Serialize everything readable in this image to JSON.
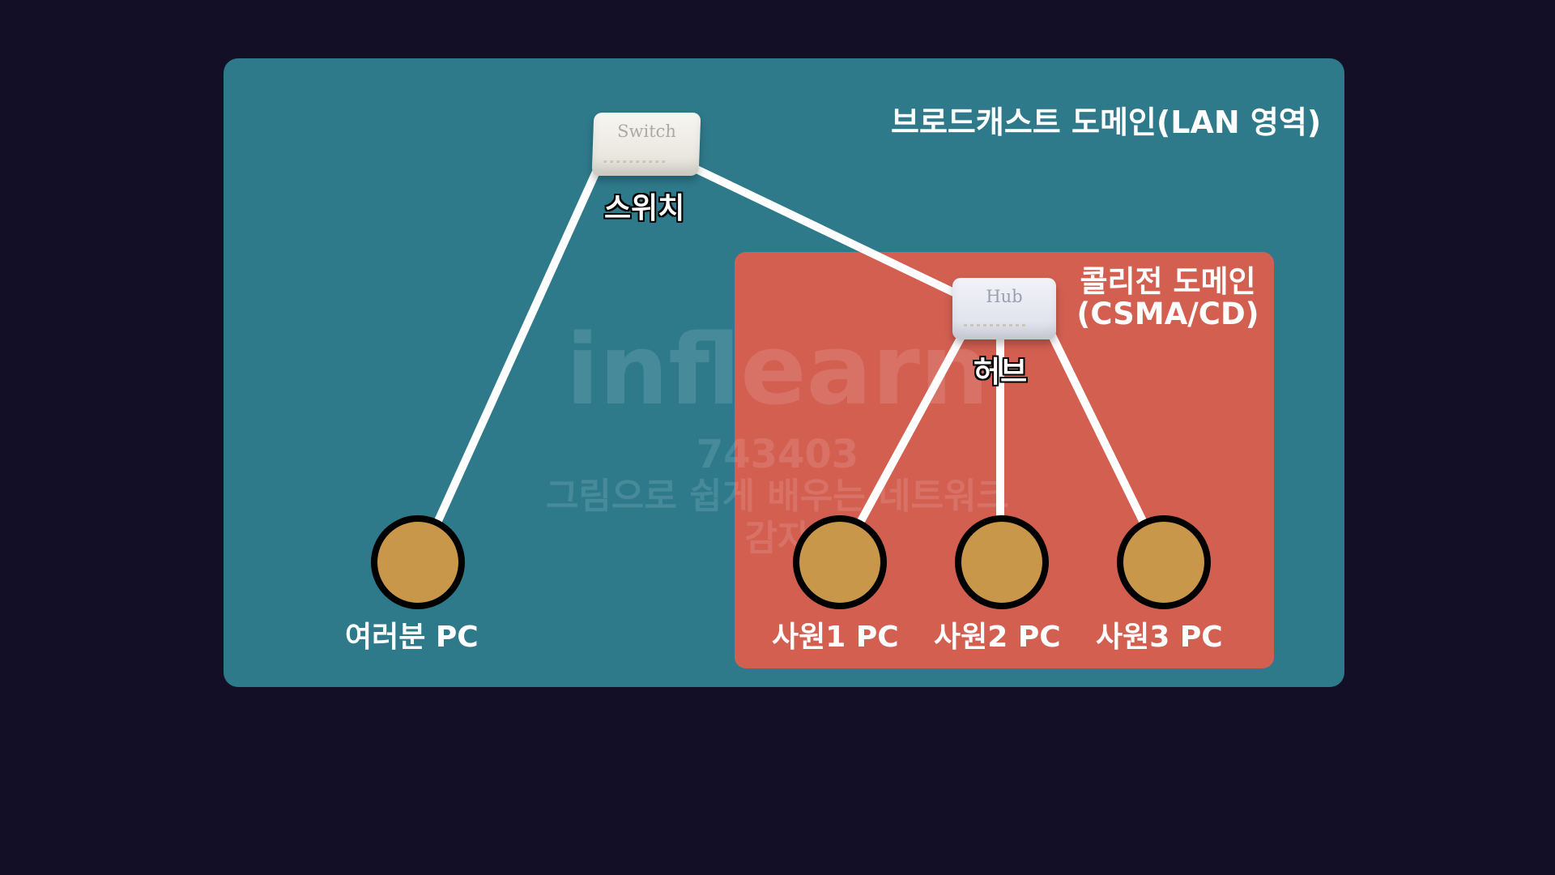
{
  "broadcast_domain": {
    "title": "브로드캐스트 도메인(LAN 영역)",
    "color": "#2e7a8b"
  },
  "collision_domain": {
    "title_line1": "콜리전 도메인",
    "title_line2": "(CSMA/CD)",
    "color": "#d35f51"
  },
  "switch": {
    "device_text": "Switch",
    "label": "스위치"
  },
  "hub": {
    "device_text": "Hub",
    "label": "허브"
  },
  "pcs": [
    {
      "label": "여러분 PC"
    },
    {
      "label": "사원1 PC"
    },
    {
      "label": "사원2 PC"
    },
    {
      "label": "사원3 PC"
    }
  ],
  "pc_color": "#c9974a",
  "watermark": {
    "logo": "inflearn",
    "code": "743403",
    "course": "그림으로 쉽게 배우는 네트워크",
    "author": "감자"
  }
}
